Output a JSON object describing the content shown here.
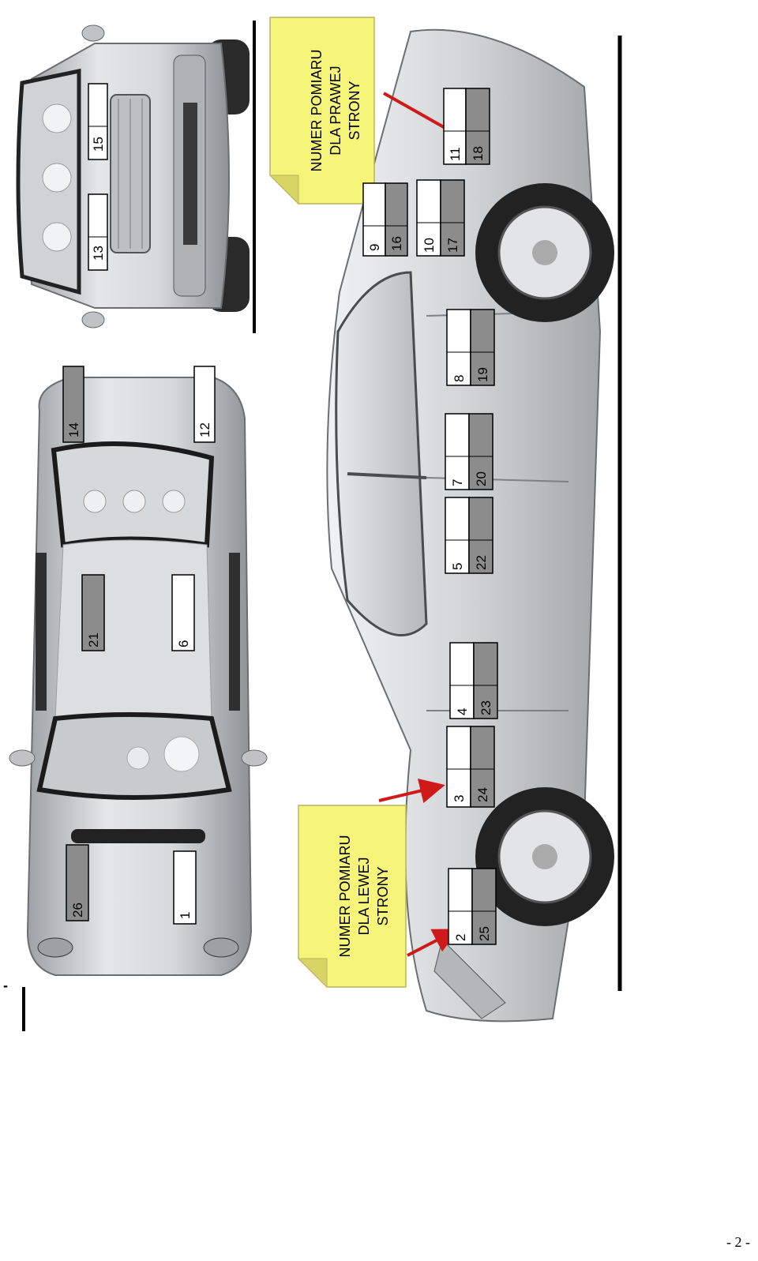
{
  "page": {
    "page_number": "- 2 -",
    "dash_mark": "-"
  },
  "notes": {
    "right_side": [
      "NUMER POMIARU",
      "DLA PRAWEJ",
      "STRONY"
    ],
    "left_side": [
      "NUMER POMIARU",
      "DLA LEWEJ",
      "STRONY"
    ]
  },
  "labels": {
    "front_view": [
      {
        "number": "13",
        "style": "white"
      },
      {
        "number": "15",
        "style": "white"
      }
    ],
    "top_view": [
      {
        "number": "14",
        "style": "gray"
      },
      {
        "number": "12",
        "style": "white"
      },
      {
        "number": "21",
        "style": "gray"
      },
      {
        "number": "6",
        "style": "white"
      },
      {
        "number": "26",
        "style": "gray"
      },
      {
        "number": "1",
        "style": "white"
      }
    ],
    "side_view_pairs": [
      {
        "left": "9",
        "right": "16"
      },
      {
        "left": "11",
        "right": "18"
      },
      {
        "left": "10",
        "right": "17"
      },
      {
        "left": "8",
        "right": "19"
      },
      {
        "left": "7",
        "right": "20"
      },
      {
        "left": "5",
        "right": "22"
      },
      {
        "left": "4",
        "right": "23"
      },
      {
        "left": "3",
        "right": "24"
      },
      {
        "left": "2",
        "right": "25"
      }
    ]
  },
  "colors": {
    "label_gray": "#8c8c8c",
    "label_white": "#ffffff",
    "note_yellow": "#f7f47a",
    "arrow_red": "#d01a1a",
    "car_body": "#cfd2d4",
    "car_dark": "#3a3a3a"
  }
}
